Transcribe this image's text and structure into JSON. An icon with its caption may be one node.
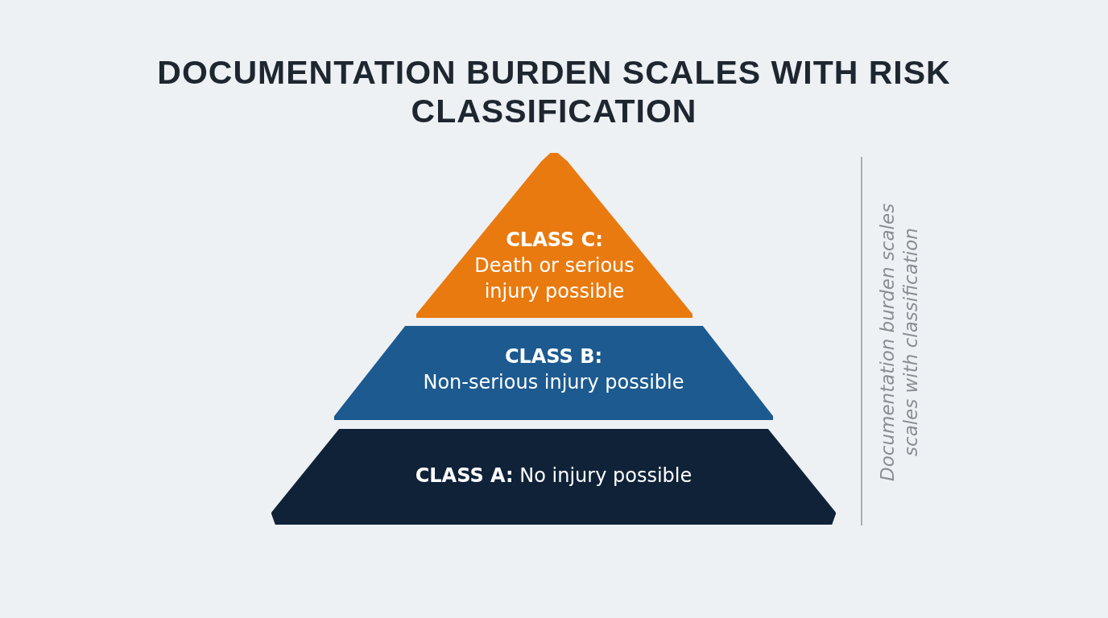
{
  "diagram": {
    "title": "DOCUMENTATION BURDEN SCALES WITH RISK CLASSIFICATION",
    "nodes": [
      {
        "text": [
          "CLASS C:",
          "Death or serious injury possible"
        ]
      },
      {
        "text": [
          "CLASS B:",
          "Non-serious injury possible"
        ]
      },
      {
        "text": [
          "**CLASS A:** No injury possible"
        ]
      }
    ],
    "labels": [
      "Documentation burden scales scales with classification"
    ]
  }
}
